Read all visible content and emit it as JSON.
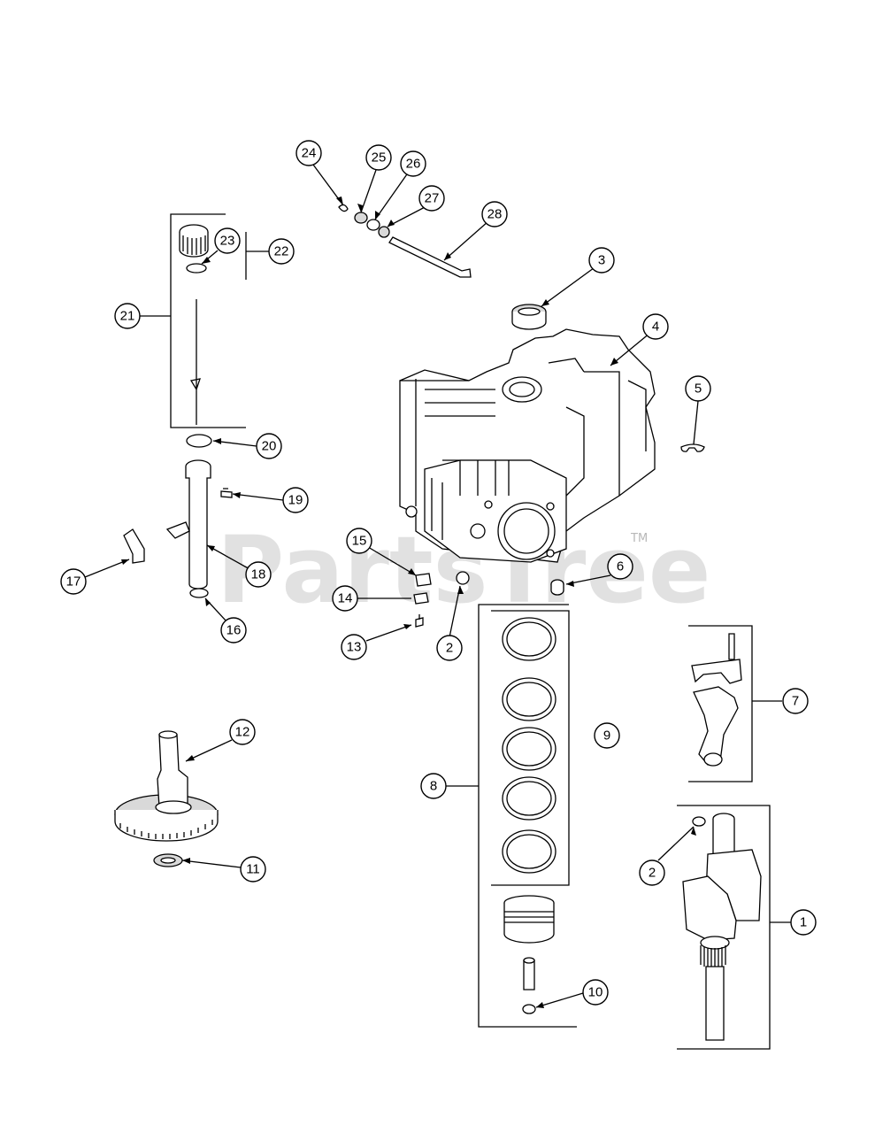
{
  "watermark": {
    "text": "PartsTree",
    "trademark": "TM"
  },
  "callouts": {
    "c1": "1",
    "c2a": "2",
    "c2b": "2",
    "c3": "3",
    "c4": "4",
    "c5": "5",
    "c6": "6",
    "c7": "7",
    "c8": "8",
    "c9": "9",
    "c10": "10",
    "c11": "11",
    "c12": "12",
    "c13": "13",
    "c14": "14",
    "c15": "15",
    "c16": "16",
    "c17": "17",
    "c18": "18",
    "c19": "19",
    "c20": "20",
    "c21": "21",
    "c22": "22",
    "c23": "23",
    "c24": "24",
    "c25": "25",
    "c26": "26",
    "c27": "27",
    "c28": "28"
  }
}
